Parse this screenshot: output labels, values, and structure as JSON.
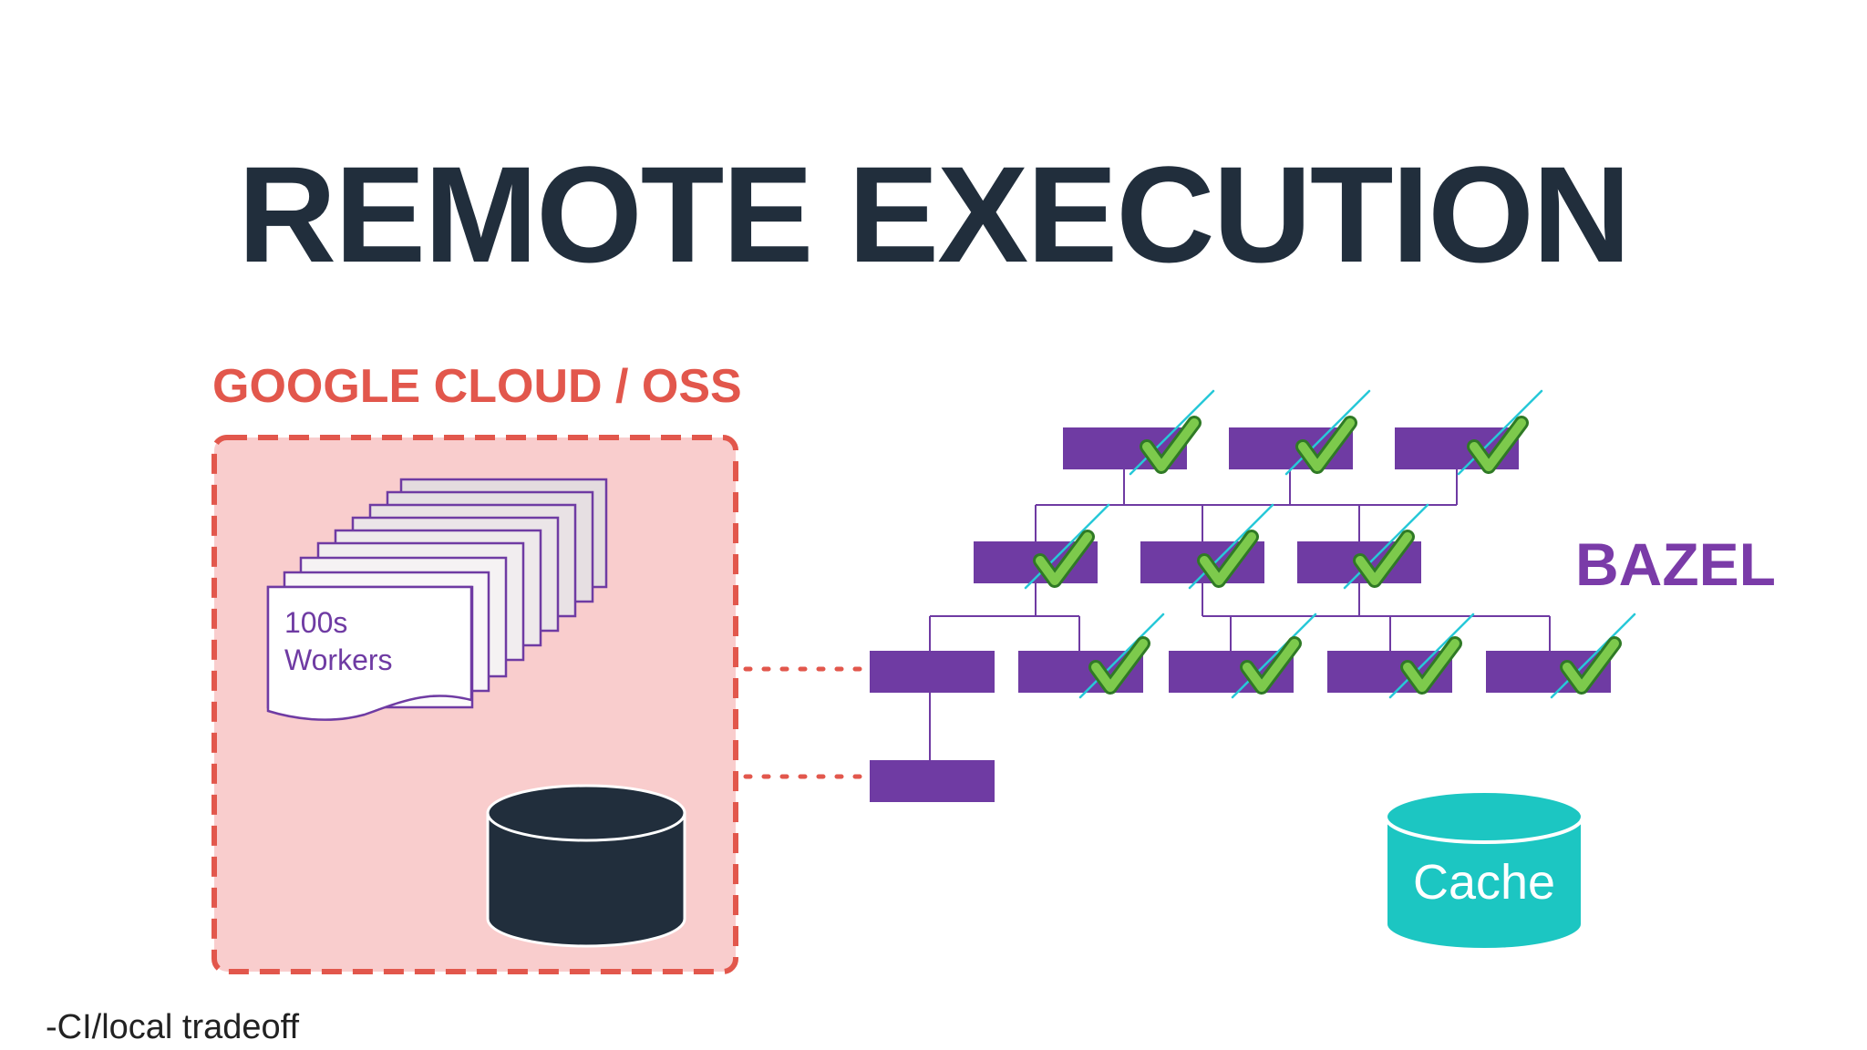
{
  "slide": {
    "title": "REMOTE EXECUTION",
    "footnote": "-CI/local tradeoff"
  },
  "cloud_box": {
    "label": "GOOGLE CLOUD / OSS",
    "workers_label_line1": "100s",
    "workers_label_line2": "Workers"
  },
  "bazel": {
    "label": "BAZEL"
  },
  "cache": {
    "label": "Cache"
  },
  "colors": {
    "title": "#212e3c",
    "cloud_accent": "#e2574c",
    "cloud_fill": "#f9cdcd",
    "bazel_purple": "#7a3ba8",
    "node_purple": "#6f3ba3",
    "check_green": "#6cc04a",
    "cache_teal": "#1cc6c2",
    "db_dark": "#212e3c"
  },
  "icons": {
    "check": "green-checkmark-icon",
    "database": "database-cylinder-icon",
    "worker_page": "document-page-icon"
  }
}
